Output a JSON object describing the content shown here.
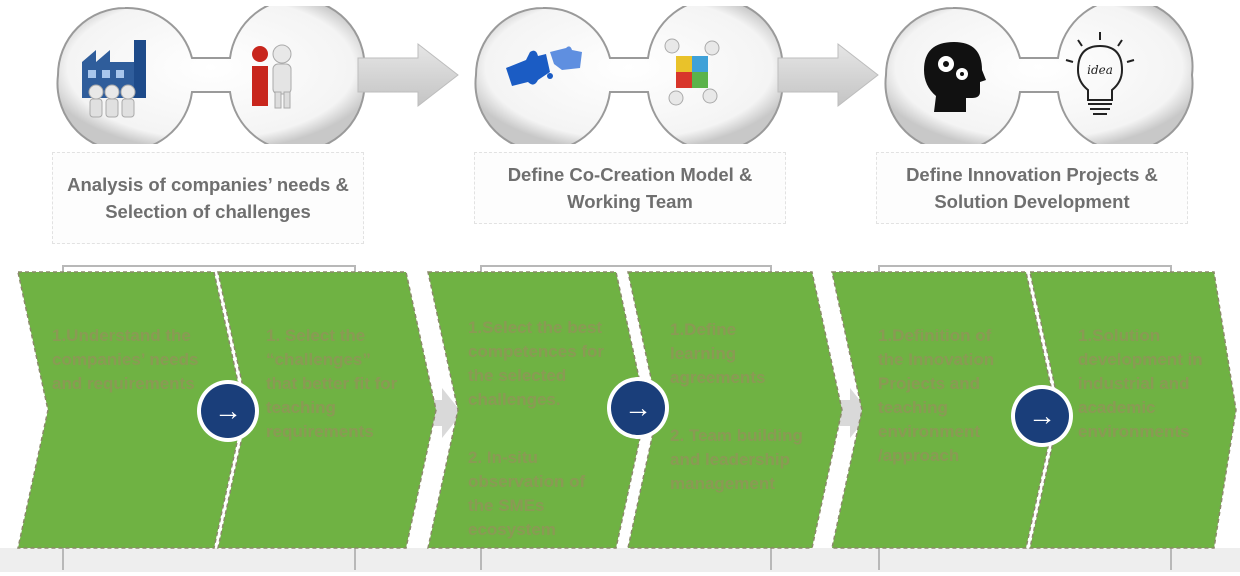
{
  "phases": [
    {
      "title": "Analysis of companies’ needs & Selection of challenges",
      "icons": [
        "factory-team-icon",
        "info-person-icon"
      ],
      "steps": [
        [
          "1.Understand the companies’ needs and requirements"
        ],
        [
          "1. Select the “challenges” that better fit for teaching requirements"
        ]
      ]
    },
    {
      "title": "Define Co-Creation Model & Working Team",
      "icons": [
        "puzzle-pieces-icon",
        "team-puzzle-icon"
      ],
      "steps": [
        [
          "1.Select the best competences for the selected challenges.",
          "2. In-situ observation of the SMEs ecosystem"
        ],
        [
          "1.Define learning agreements",
          "2. Team building and leadership management"
        ]
      ]
    },
    {
      "title": "Define Innovation Projects & Solution Development",
      "icons": [
        "head-gears-icon",
        "idea-bulb-icon"
      ],
      "steps": [
        [
          "1.Definition of the Innovation Projects and teaching environment /approach"
        ],
        [
          "1.Solution development in industrial and academic environments"
        ]
      ]
    }
  ],
  "idea_bulb_text": "idea",
  "colors": {
    "chevron_fill": "#6fb243",
    "chevron_text": "#8a9a54",
    "circle_arrow": "#1a3e7a",
    "big_arrow": "#d4d4d4",
    "title_text": "#6f6f6f"
  }
}
